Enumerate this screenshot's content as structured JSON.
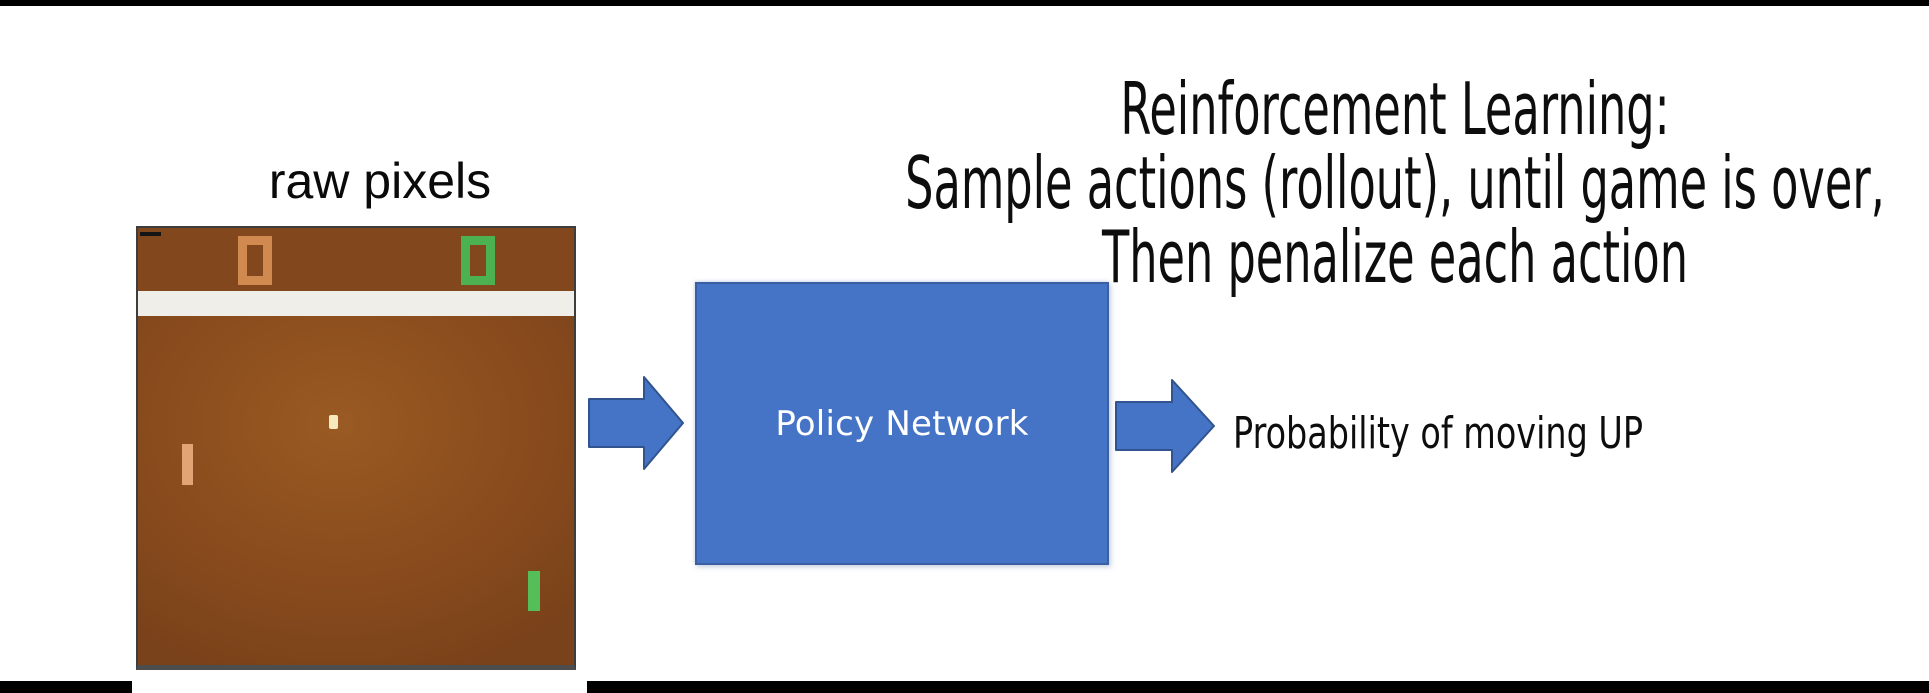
{
  "slide": {
    "title": {
      "line1": "Reinforcement Learning:",
      "line2": "Sample actions (rollout), until game is over,",
      "line3": "Then penalize each action"
    }
  },
  "flow": {
    "input_label": "raw pixels",
    "processor_label": "Policy Network",
    "output_label": "Probability of moving UP",
    "icons": [
      "flow-arrow-icon",
      "flow-arrow-icon"
    ]
  },
  "game": {
    "name": "pong-screenshot",
    "left_score": "0",
    "right_score": "0",
    "colors": {
      "field_brown": "#8A4C1D",
      "top_zone_brown": "#83471D",
      "white_band": "#EFEEE9",
      "left_player": "#D0894F",
      "left_paddle": "#E1A476",
      "right_player": "#4CB251",
      "right_paddle": "#55BE58",
      "ball": "#F5E9BD",
      "frame_border": "#3D3D3D"
    }
  },
  "colors": {
    "accent_blue": "#4573C6",
    "accent_blue_border": "#2F528F",
    "letterbox_black": "#000000",
    "background": "#FFFFFF",
    "text": "#0D0D0D"
  }
}
